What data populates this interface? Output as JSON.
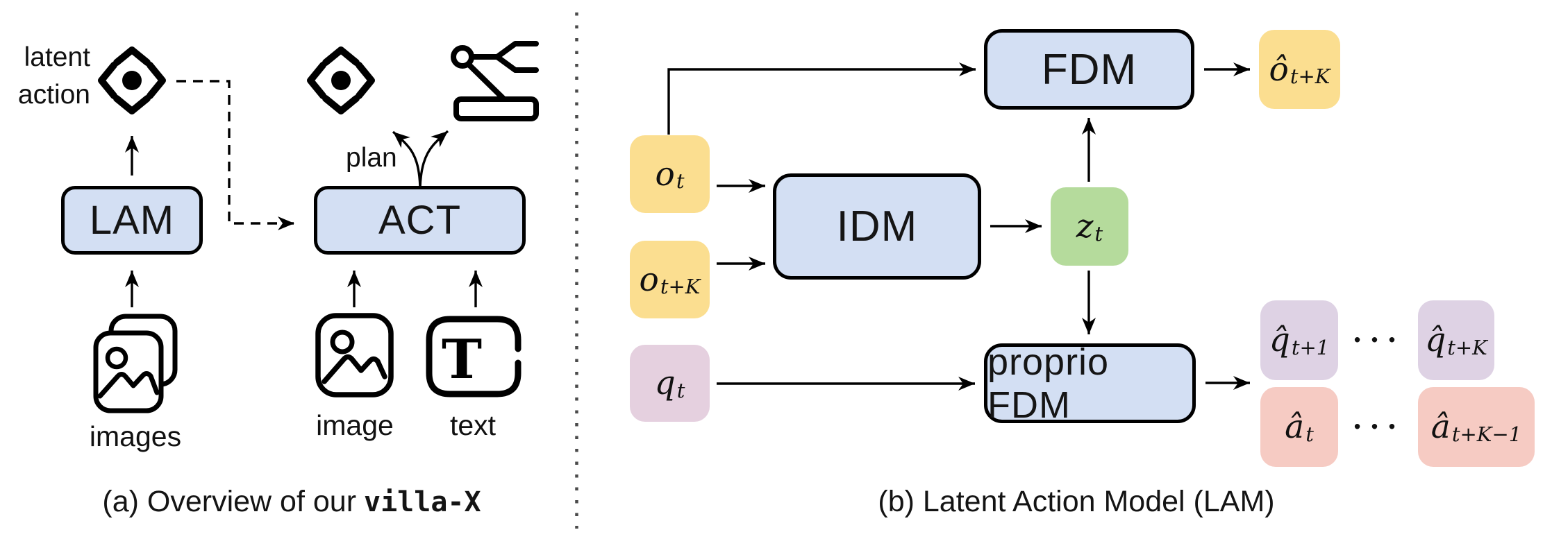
{
  "panel_a": {
    "caption_prefix": "(a) Overview of our",
    "caption_code": "villa-X",
    "latent_label_line1": "latent",
    "latent_label_line2": "action",
    "plan_label": "plan",
    "lam_label": "LAM",
    "act_label": "ACT",
    "images_label": "images",
    "image_label": "image",
    "text_label": "text",
    "text_icon_glyph": "T",
    "icons": {
      "latent_action_left": "dpad-diamond",
      "latent_action_right": "dpad-diamond",
      "robot": "robot-arm-gripper",
      "images": "photo-stack",
      "image": "photo",
      "text": "letter-T-box"
    }
  },
  "panel_b": {
    "caption": "(b) Latent Action Model (LAM)",
    "fdm_label": "FDM",
    "idm_label": "IDM",
    "proprio_fdm_label": "proprio FDM",
    "ellipsis": "···",
    "nodes": {
      "o_t": {
        "main": "o",
        "sub": "t"
      },
      "o_tk": {
        "main": "o",
        "sub": "t+K"
      },
      "q_t": {
        "main": "q",
        "sub": "t"
      },
      "z_t": {
        "main": "z",
        "sub": "t"
      },
      "o_hat_tk": {
        "main": "ô",
        "sub": "t+K"
      },
      "q_hat_t1": {
        "main": "q̂",
        "sub": "t+1"
      },
      "q_hat_tk": {
        "main": "q̂",
        "sub": "t+K"
      },
      "a_hat_t": {
        "main": "â",
        "sub": "t"
      },
      "a_hat_tk1": {
        "main": "â",
        "sub": "t+K−1"
      }
    }
  },
  "colors": {
    "block_fill": "#d3dff3",
    "observation_fill": "#fbde90",
    "latent_fill": "#b5db9c",
    "proprio_fill": "#e5d0df",
    "proprio_pred_fill": "#ded2e4",
    "action_pred_fill": "#f6cbc3",
    "stroke": "#000000",
    "divider": "#4a4a4a"
  }
}
